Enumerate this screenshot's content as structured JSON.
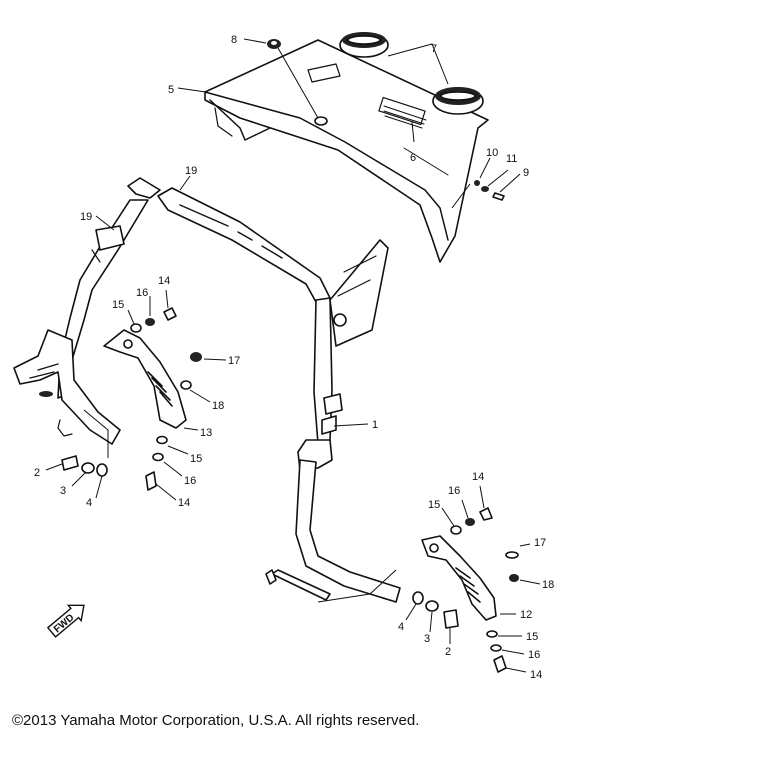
{
  "diagram": {
    "callouts": [
      {
        "id": "c-8a",
        "text": "8"
      },
      {
        "id": "c-7",
        "text": "7"
      },
      {
        "id": "c-5",
        "text": "5"
      },
      {
        "id": "c-6",
        "text": "6"
      },
      {
        "id": "c-10",
        "text": "10"
      },
      {
        "id": "c-11",
        "text": "11"
      },
      {
        "id": "c-9",
        "text": "9"
      },
      {
        "id": "c-19a",
        "text": "19"
      },
      {
        "id": "c-19b",
        "text": "19"
      },
      {
        "id": "c-14a",
        "text": "14"
      },
      {
        "id": "c-16a",
        "text": "16"
      },
      {
        "id": "c-15a",
        "text": "15"
      },
      {
        "id": "c-17a",
        "text": "17"
      },
      {
        "id": "c-18a",
        "text": "18"
      },
      {
        "id": "c-13",
        "text": "13"
      },
      {
        "id": "c-15b",
        "text": "15"
      },
      {
        "id": "c-16b",
        "text": "16"
      },
      {
        "id": "c-14b",
        "text": "14"
      },
      {
        "id": "c-2a",
        "text": "2"
      },
      {
        "id": "c-3a",
        "text": "3"
      },
      {
        "id": "c-4a",
        "text": "4"
      },
      {
        "id": "c-1",
        "text": "1"
      },
      {
        "id": "c-14c",
        "text": "14"
      },
      {
        "id": "c-16c",
        "text": "16"
      },
      {
        "id": "c-15c",
        "text": "15"
      },
      {
        "id": "c-17b",
        "text": "17"
      },
      {
        "id": "c-18b",
        "text": "18"
      },
      {
        "id": "c-12",
        "text": "12"
      },
      {
        "id": "c-4b",
        "text": "4"
      },
      {
        "id": "c-3b",
        "text": "3"
      },
      {
        "id": "c-2b",
        "text": "2"
      },
      {
        "id": "c-15d",
        "text": "15"
      },
      {
        "id": "c-16d",
        "text": "16"
      },
      {
        "id": "c-14d",
        "text": "14"
      }
    ],
    "fwd_label": "FWD",
    "copyright": "©2013 Yamaha Motor Corporation, U.S.A. All rights reserved."
  }
}
